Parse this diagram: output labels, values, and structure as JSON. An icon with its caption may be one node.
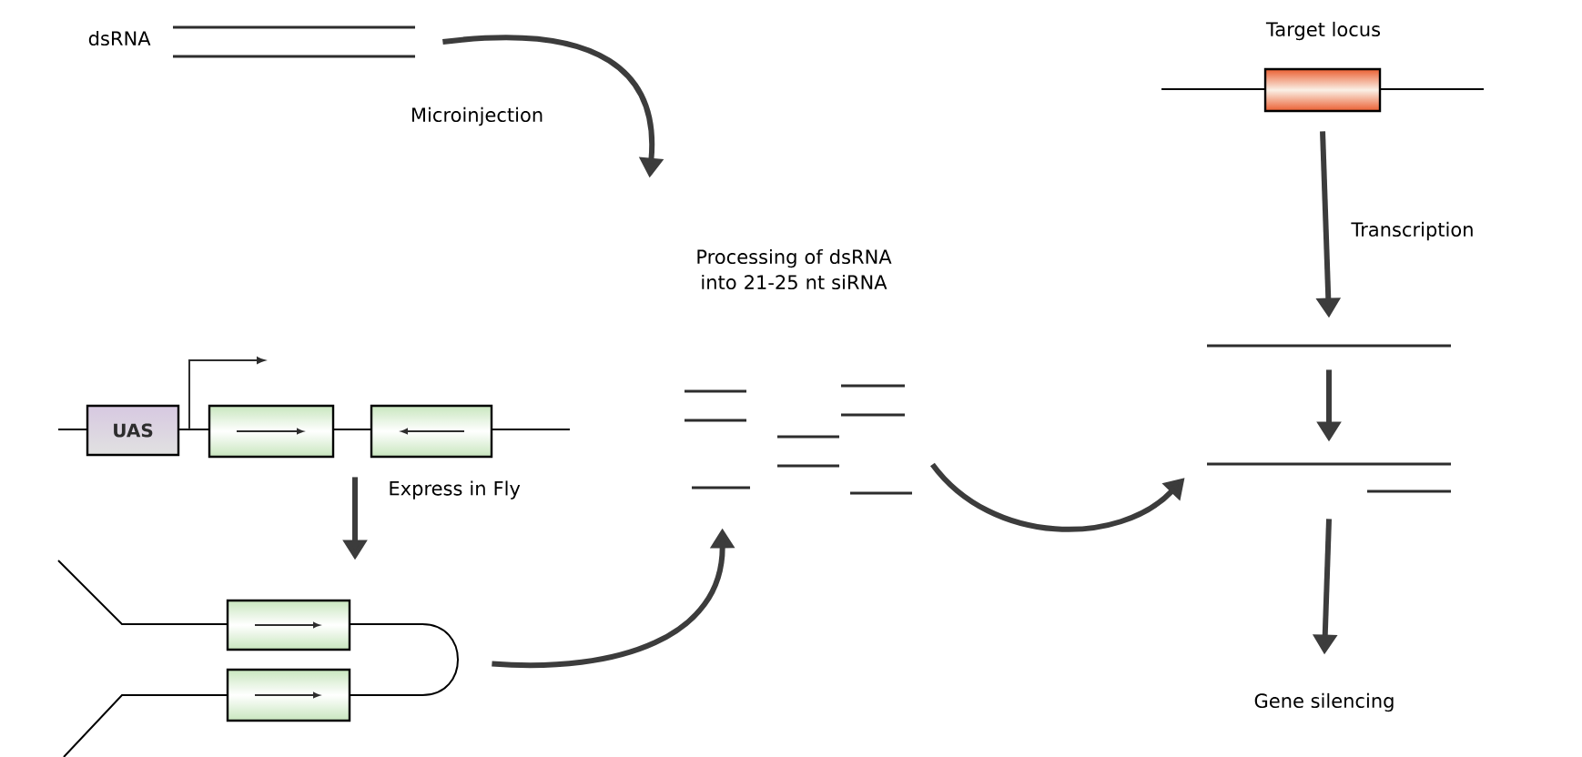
{
  "diagram": {
    "nodes": [
      {
        "text": [],
        "shape": "bar",
        "beside": [
          "dsRNA"
        ]
      },
      {
        "text": [
          "Processing of dsRNA into 21-25 nt siRNA"
        ]
      },
      {
        "text": [
          "UAS"
        ]
      },
      {
        "text": [],
        "shape": "picture"
      },
      {
        "text": [
          "Target locus"
        ]
      },
      {
        "text": [],
        "shape": "bar"
      },
      {
        "text": [],
        "shape": "bar"
      },
      {
        "text": [
          "Gene silencing"
        ]
      }
    ],
    "edges": [
      {
        "from": 0,
        "to": 1,
        "arrow": "to",
        "label": "Microinjection"
      },
      {
        "from": 2,
        "to": 3,
        "arrow": "to",
        "label": "Express in Fly"
      },
      {
        "from": 3,
        "to": 1,
        "arrow": "to"
      },
      {
        "from": 1,
        "to": 6,
        "arrow": "to"
      },
      {
        "from": 4,
        "to": 5,
        "arrow": "to",
        "label": "Transcription"
      },
      {
        "from": 5,
        "to": 6,
        "arrow": "to"
      },
      {
        "from": 6,
        "to": 7,
        "arrow": "to"
      }
    ]
  }
}
